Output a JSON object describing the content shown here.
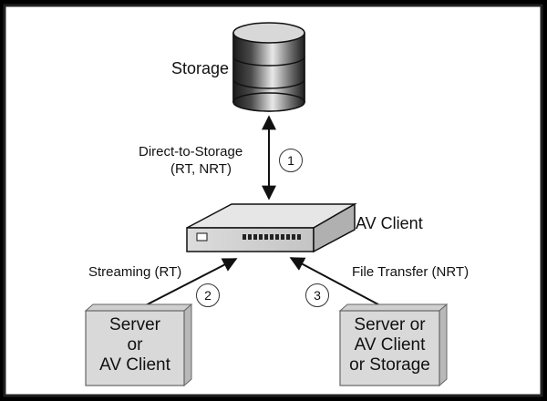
{
  "storage": {
    "label": "Storage"
  },
  "client": {
    "label": "AV Client"
  },
  "connections": [
    {
      "number": "1",
      "label_line1": "Direct-to-Storage",
      "label_line2": "(RT, NRT)"
    },
    {
      "number": "2",
      "label": "Streaming (RT)"
    },
    {
      "number": "3",
      "label": "File Transfer (NRT)"
    }
  ],
  "left_box": {
    "line1": "Server",
    "line2": "or",
    "line3": "AV Client"
  },
  "right_box": {
    "line1": "Server or",
    "line2": "AV Client",
    "line3": "or Storage"
  }
}
